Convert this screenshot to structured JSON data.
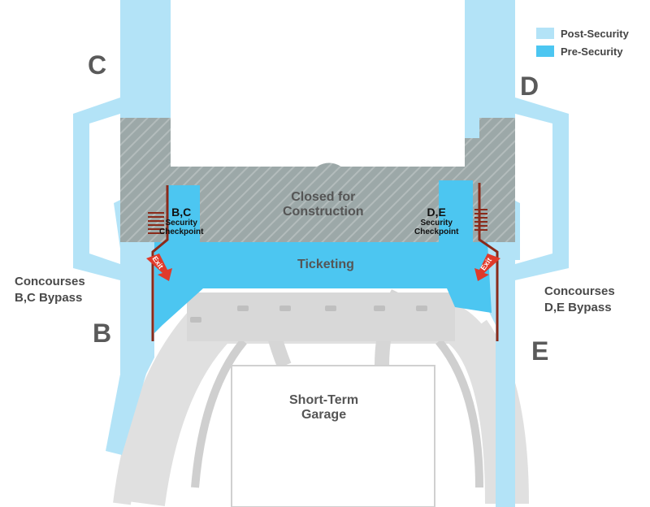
{
  "legend": {
    "items": [
      {
        "label": "Post-Security",
        "color": "#b3e3f7"
      },
      {
        "label": "Pre-Security",
        "color": "#4cc6f1"
      }
    ]
  },
  "concourses": {
    "c": "C",
    "d": "D",
    "b": "B",
    "e": "E"
  },
  "areas": {
    "closed_line1": "Closed for",
    "closed_line2": "Construction",
    "ticketing": "Ticketing",
    "garage_line1": "Short-Term",
    "garage_line2": "Garage"
  },
  "checkpoints": {
    "bc": {
      "name": "B,C",
      "line1": "Security",
      "line2": "Checkpoint"
    },
    "de": {
      "name": "D,E",
      "line1": "Security",
      "line2": "Checkpoint"
    }
  },
  "bypass": {
    "left_line1": "Concourses",
    "left_line2": "B,C Bypass",
    "right_line1": "Concourses",
    "right_line2": "D,E Bypass"
  },
  "exits": {
    "left": "Exit",
    "right": "Exit"
  },
  "colors": {
    "post_security": "#b3e3f7",
    "pre_security": "#4cc6f1",
    "closed": "#9aa7a7",
    "wall": "#8a2a1a",
    "exit_arrow": "#e03a2a",
    "roads": "#e2e2e2"
  }
}
